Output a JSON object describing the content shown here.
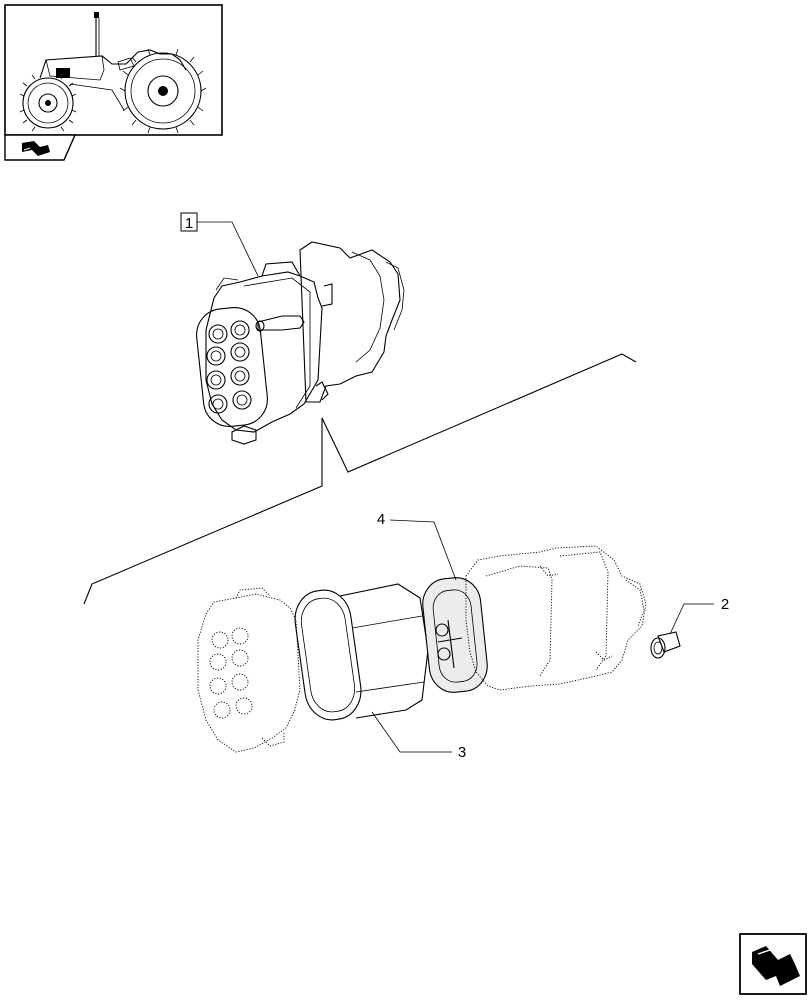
{
  "diagram": {
    "callouts": [
      {
        "id": "1",
        "label": "1"
      },
      {
        "id": "2",
        "label": "2"
      },
      {
        "id": "3",
        "label": "3"
      },
      {
        "id": "4",
        "label": "4"
      }
    ],
    "thumbnail_icon": "tractor-thumbnail-icon",
    "nav_small_icon": "page-arrow-icon",
    "nav_large_icon": "next-page-arrow-icon"
  }
}
